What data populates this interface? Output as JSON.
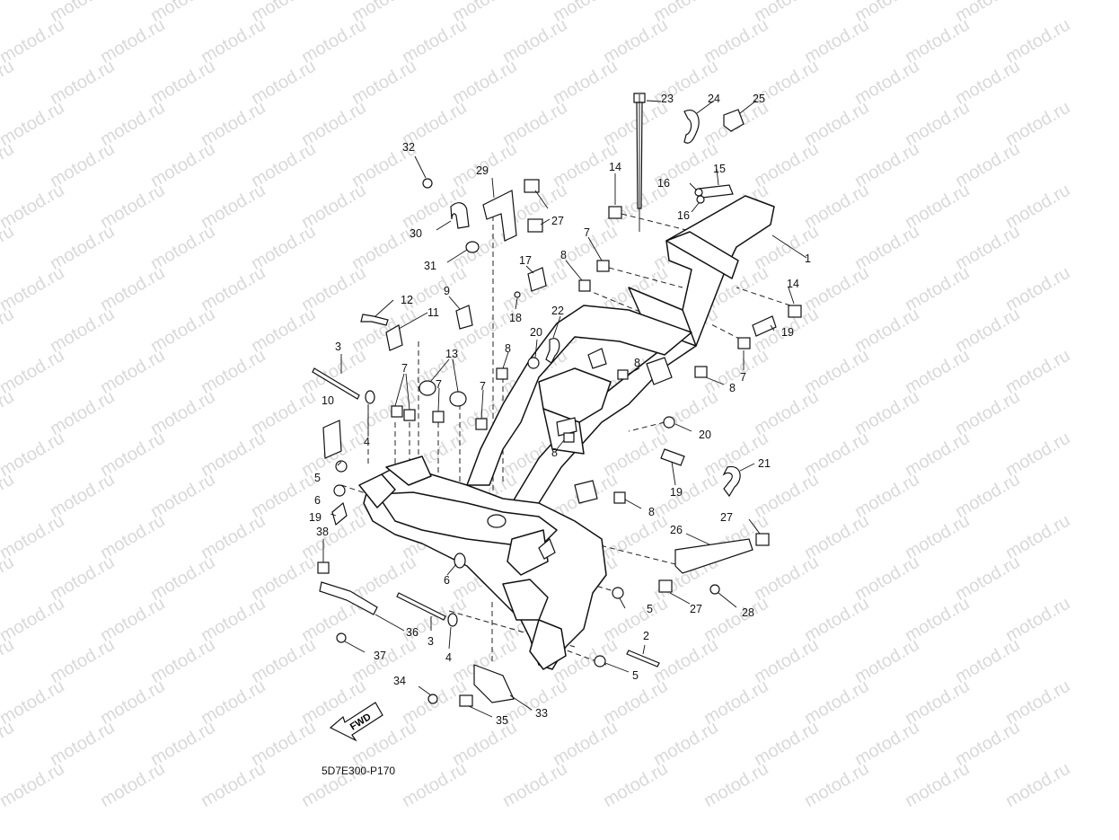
{
  "watermark": {
    "text": "motod.ru"
  },
  "diagram_code": "5D7E300-P170",
  "fwd_label": "FWD",
  "callouts": {
    "c1": "1",
    "c2": "2",
    "c3a": "3",
    "c3b": "3",
    "c4a": "4",
    "c4b": "4",
    "c5a": "5",
    "c5b": "5",
    "c5c": "5",
    "c6a": "6",
    "c6b": "6",
    "c7a": "7",
    "c7b": "7",
    "c7c": "7",
    "c7d": "7",
    "c7e": "7",
    "c8a": "8",
    "c8b": "8",
    "c8c": "8",
    "c8d": "8",
    "c8e": "8",
    "c8f": "8",
    "c9": "9",
    "c10": "10",
    "c11": "11",
    "c12": "12",
    "c13": "13",
    "c14a": "14",
    "c14b": "14",
    "c15": "15",
    "c16a": "16",
    "c16b": "16",
    "c17": "17",
    "c18": "18",
    "c19a": "19",
    "c19b": "19",
    "c19c": "19",
    "c20a": "20",
    "c20b": "20",
    "c21": "21",
    "c22": "22",
    "c23": "23",
    "c24": "24",
    "c25": "25",
    "c26": "26",
    "c27a": "27",
    "c27b": "27",
    "c27c": "27",
    "c28": "28",
    "c29": "29",
    "c30": "30",
    "c31": "31",
    "c32": "32",
    "c33": "33",
    "c34": "34",
    "c35": "35",
    "c36": "36",
    "c37": "37",
    "c38": "38"
  }
}
